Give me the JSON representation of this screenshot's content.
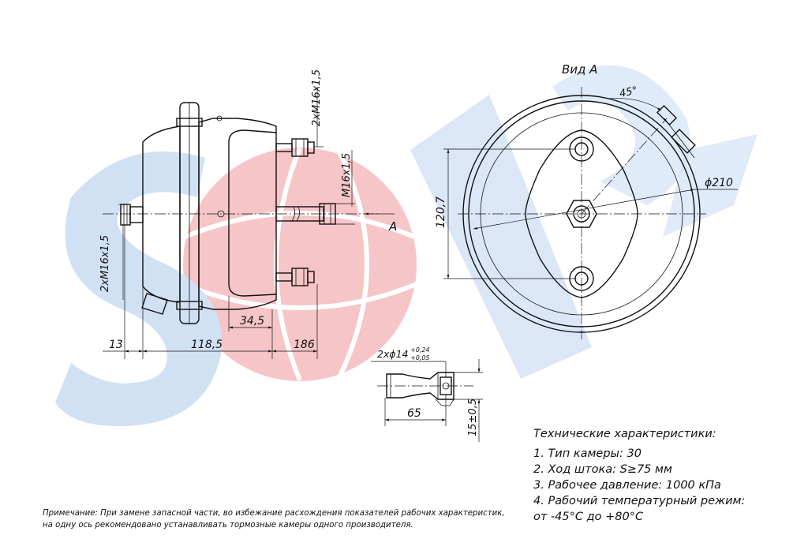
{
  "view_label": "Вид А",
  "angle_label": "45°",
  "diameter_label": "ϕ210",
  "view_height_label": "120,7",
  "arrow_label": "A",
  "thread_top": "2хМ16х1,5",
  "thread_rod": "М16х1,5",
  "thread_left": "2хМ16х1,5",
  "dims": {
    "d13": "13",
    "d118": "118,5",
    "d34": "34,5",
    "d186": "186",
    "d65": "65",
    "d15": "15±0,5",
    "hole": "2хϕ14",
    "tol_upper": "+0,24",
    "tol_lower": "+0,05"
  },
  "specs": {
    "title": "Технические характеристики:",
    "items": [
      "1. Тип камеры: 30",
      "2. Ход штока: S≥75 мм",
      "3. Рабочее давление: 1000 кПа",
      "4. Рабочий температурный режим:",
      "от -45°С до +80°С"
    ]
  },
  "note": {
    "line1": "Примечание: При замене запасной части, во избежание расхождения показателей рабочих характеристик,",
    "line2": "на одну ось рекомендовано устанавливать тормозные камеры одного производителя."
  },
  "colors": {
    "watermark_blue": "#cfe0f4",
    "watermark_red": "#f4b8bd",
    "line": "#111111"
  }
}
